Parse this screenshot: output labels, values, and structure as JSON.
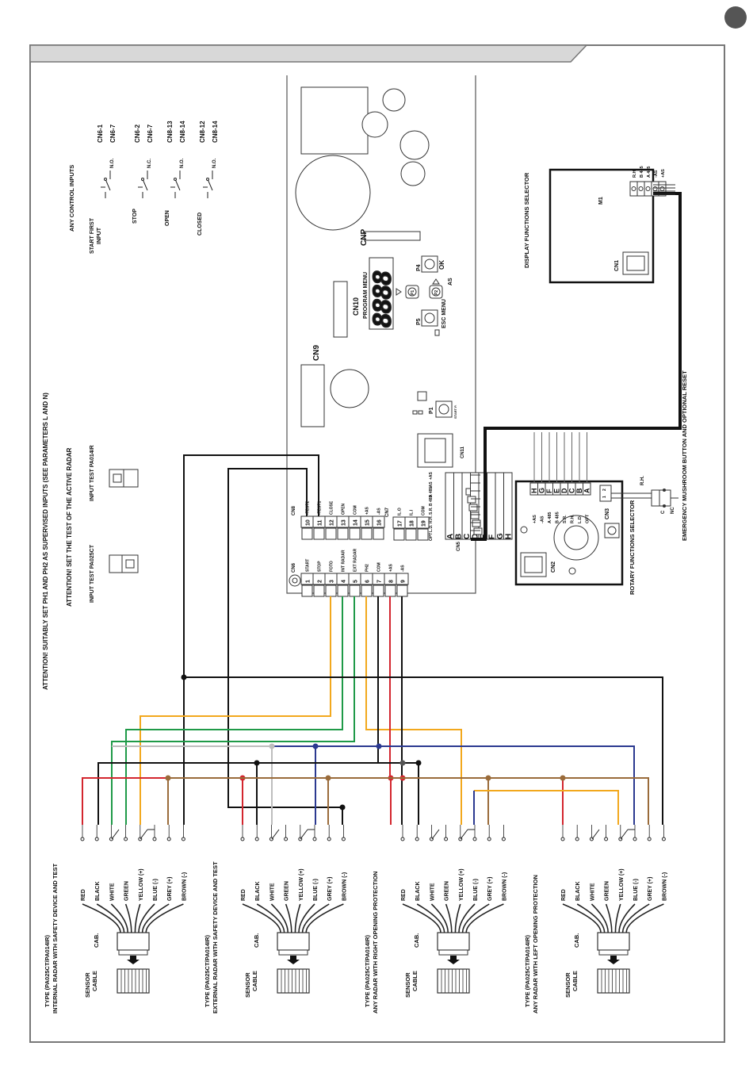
{
  "attention": {
    "line1": "ATTENTION! SUITABLY SET PH1 AND PH2 AS SUPERVISED INPUTS (SEE PARAMETERS L AND N)",
    "line2": "ATTENTION! SET THE TEST OF THE ACTIVE RADAR"
  },
  "input_test": {
    "pa025ct": "INPUT TEST PA025CT",
    "pa014ir": "INPUT TEST PA014IR"
  },
  "control_inputs": {
    "title": "ANY CONTROL INPUTS",
    "items": [
      {
        "name": "START FIRST INPUT",
        "contact": "N.O.",
        "pins": [
          "CN6-1",
          "CN6-7"
        ]
      },
      {
        "name": "STOP",
        "contact": "N.C.",
        "pins": [
          "CN6-2",
          "CN6-7"
        ]
      },
      {
        "name": "OPEN",
        "contact": "N.O.",
        "pins": [
          "CN8-13",
          "CN8-14"
        ]
      },
      {
        "name": "CLOSED",
        "contact": "N.O.",
        "pins": [
          "CN8-12",
          "CN8-14"
        ]
      }
    ]
  },
  "board": {
    "cnp": "CNP",
    "cn10": "CN10",
    "program_menu": "PROGRAM MENU",
    "display": "8888",
    "cn9": "CN9",
    "cn11": "CN11",
    "cn5": "CN5",
    "cn7": "CN7",
    "cn6": "CN6",
    "cn8": "CN8",
    "p1": "P1",
    "p1_note": "START P.",
    "p4": "P4",
    "ok": "OK",
    "p5": "P5",
    "esc_menu": "ESC MENU",
    "as": "AS",
    "p1_knob": "P1",
    "p2_knob": "P2"
  },
  "cn6_terminals": [
    {
      "num": "1",
      "label": "START"
    },
    {
      "num": "2",
      "label": "STOP"
    },
    {
      "num": "3",
      "label": "FOTO"
    },
    {
      "num": "4",
      "label": "INT RADAR"
    },
    {
      "num": "5",
      "label": "EXT RADAR"
    },
    {
      "num": "6",
      "label": "PH2"
    },
    {
      "num": "7",
      "label": "COM"
    },
    {
      "num": "8",
      "label": "+AS"
    },
    {
      "num": "9",
      "label": "-AS"
    }
  ],
  "cn8_terminals": [
    {
      "num": "10",
      "label": "-TEST2"
    },
    {
      "num": "11",
      "label": "-TEST1"
    },
    {
      "num": "12",
      "label": "CLOSE"
    },
    {
      "num": "13",
      "label": "OPEN"
    },
    {
      "num": "14",
      "label": "COM"
    },
    {
      "num": "15",
      "label": "+AS"
    },
    {
      "num": "16",
      "label": "-AS"
    }
  ],
  "cn7_terminals": [
    {
      "num": "17",
      "label": "IL.O"
    },
    {
      "num": "18",
      "label": "IL.I"
    },
    {
      "num": "19",
      "label": "COM"
    }
  ],
  "cn5_terminals": [
    {
      "letter": "A",
      "label": "OPT"
    },
    {
      "letter": "B",
      "label": "L.D."
    },
    {
      "letter": "C",
      "label": "R.H."
    },
    {
      "letter": "D",
      "label": "S.R."
    },
    {
      "letter": "E",
      "label": "B 485"
    },
    {
      "letter": "F",
      "label": "A 485"
    },
    {
      "letter": "G",
      "label": "-AS"
    },
    {
      "letter": "H",
      "label": "+AS"
    }
  ],
  "display_selector": {
    "title": "DISPLAY FUNCTIONS SELECTOR",
    "m1": "M1",
    "cn1": "CN1",
    "terms": [
      "R.H.",
      "B 485",
      "A 485",
      "-AS",
      "+AS"
    ]
  },
  "rotary_selector": {
    "title": "ROTARY FUNCTIONS SELECTOR",
    "cn2": "CN2",
    "cn3": "CN3",
    "cn3_pins": [
      "2",
      "1"
    ],
    "rh": "R.H.",
    "letters": [
      "H",
      "G",
      "F",
      "E",
      "D",
      "C",
      "B",
      "A"
    ],
    "labels": [
      "+AS",
      "-AS",
      "A 485",
      "B 485",
      "S.R.",
      "R.H.",
      "L.D.",
      "OPT"
    ]
  },
  "emergency": {
    "text": "EMERGENCY MUSHROOM BUTTON AND OPTIONAL RESET",
    "c": "C",
    "nc": "NC"
  },
  "sensors": [
    {
      "title": "TYPE (PA025CT/PA014IR)",
      "subtitle": "INTERNAL RADAR WITH SAFETY DEVICE AND TEST"
    },
    {
      "title": "TYPE (PA025CT/PA014IR)",
      "subtitle": "EXTERNAL RADAR WITH SAFETY DEVICE AND TEST"
    },
    {
      "title": "TYPE (PA025CT/PA014IR)",
      "subtitle": "ANY RADAR WITH RIGHT OPENING PROTECTION"
    },
    {
      "title": "TYPE (PA025CT/PA014IR)",
      "subtitle": "ANY RADAR WITH LEFT OPENING PROTECTION"
    }
  ],
  "sensor_labels": {
    "sensor_cable": "SENSOR CABLE",
    "cab": "CAB.",
    "wires": [
      "RED",
      "BLACK",
      "WHITE",
      "GREEN",
      "YELLOW (+)",
      "BLUE (-)",
      "GREY (+)",
      "BROWN (-)"
    ]
  },
  "colors": {
    "red": "#d3262e",
    "black": "#111111",
    "white": "#bdbdbd",
    "green": "#1f9a48",
    "yellow": "#f2a81d",
    "blue": "#2b3990",
    "grey": "#9a9a9a",
    "brown": "#9a6b3a",
    "frame": "#7a7a7a"
  }
}
